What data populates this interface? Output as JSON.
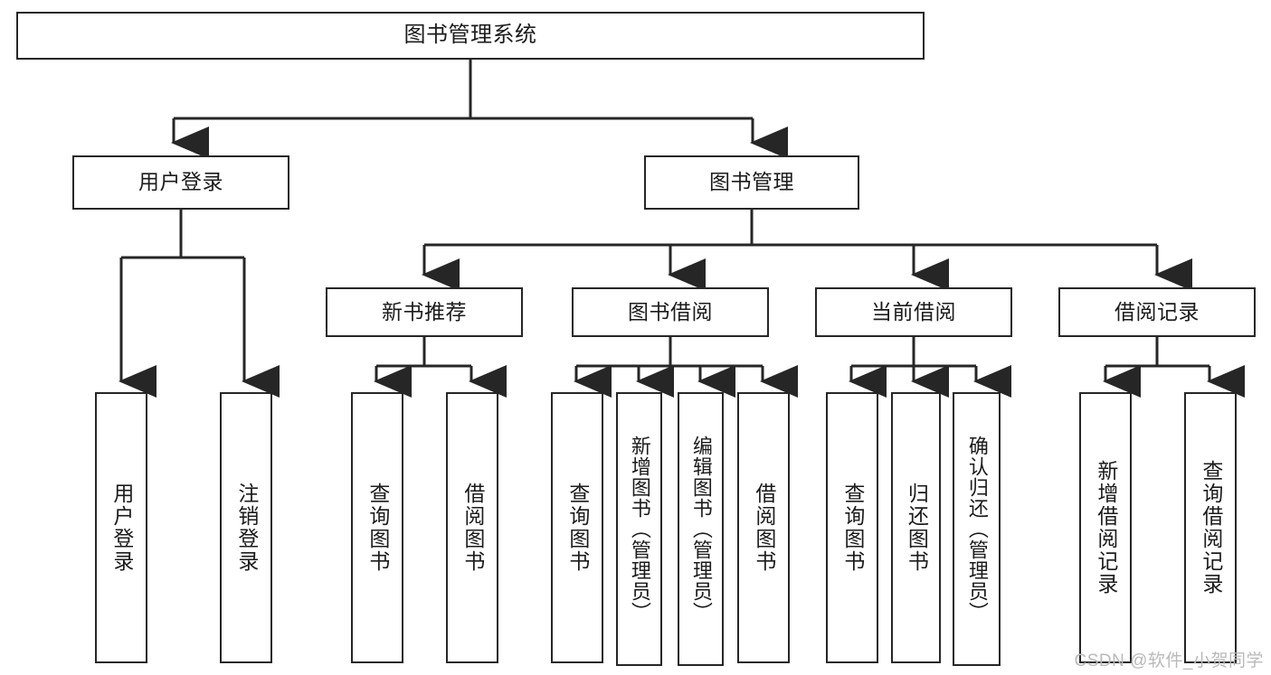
{
  "diagram": {
    "title": "图书管理系统",
    "type": "tree-hierarchy",
    "watermark": "CSDN @软件_小贺同学",
    "colors": {
      "node_border": "#262626",
      "node_fill": "#ffffff",
      "edge": "#262626",
      "text": "#1b1b1b",
      "watermark": "#b9b9b9"
    },
    "nodes": {
      "root": {
        "label": "图书管理系统"
      },
      "level1": [
        {
          "id": "user-login",
          "label": "用户登录"
        },
        {
          "id": "book-manage",
          "label": "图书管理"
        }
      ],
      "level2": [
        {
          "id": "new-book-rec",
          "label": "新书推荐"
        },
        {
          "id": "book-borrow",
          "label": "图书借阅"
        },
        {
          "id": "current-borrow",
          "label": "当前借阅"
        },
        {
          "id": "borrow-record",
          "label": "借阅记录"
        }
      ],
      "leaves": {
        "user-login": [
          {
            "id": "leaf-user-login",
            "label": "用户登录"
          },
          {
            "id": "leaf-logout",
            "label": "注销登录"
          }
        ],
        "new-book-rec": [
          {
            "id": "leaf-query-book-1",
            "label": "查询图书"
          },
          {
            "id": "leaf-borrow-book-1",
            "label": "借阅图书"
          }
        ],
        "book-borrow": [
          {
            "id": "leaf-query-book-2",
            "label": "查询图书"
          },
          {
            "id": "leaf-add-book",
            "label": "新增图书（管理员）"
          },
          {
            "id": "leaf-edit-book",
            "label": "编辑图书（管理员）"
          },
          {
            "id": "leaf-borrow-book-2",
            "label": "借阅图书"
          }
        ],
        "current-borrow": [
          {
            "id": "leaf-query-book-3",
            "label": "查询图书"
          },
          {
            "id": "leaf-return-book",
            "label": "归还图书"
          },
          {
            "id": "leaf-confirm-return",
            "label": "确认归还（管理员）"
          }
        ],
        "borrow-record": [
          {
            "id": "leaf-add-record",
            "label": "新增借阅记录"
          },
          {
            "id": "leaf-query-record",
            "label": "查询借阅记录"
          }
        ]
      }
    }
  }
}
